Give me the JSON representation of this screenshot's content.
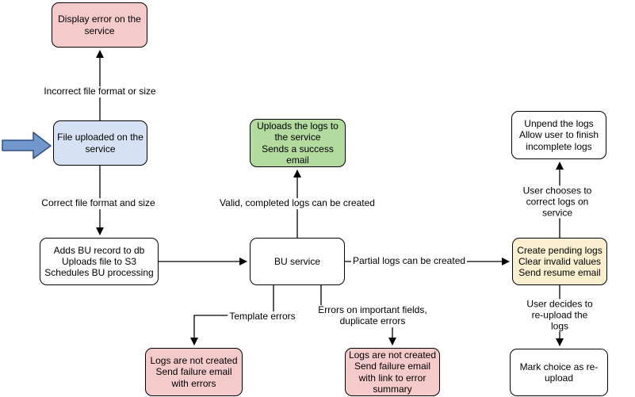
{
  "palette": {
    "node_pink": "#f5caca",
    "node_blue": "#d6e2f3",
    "node_green": "#b3da9f",
    "node_yellow": "#faf0d0",
    "node_white": "#ffffff",
    "node_stroke": "#000000",
    "connector": "#000000",
    "entry_arrow_fill": "#7297cd",
    "entry_arrow_stroke": "#30507f"
  },
  "nodes": {
    "display_error": {
      "label": "Display error on the\nservice",
      "fill": "#f5caca"
    },
    "file_uploaded": {
      "label": "File uploaded on the\nservice",
      "fill": "#d6e2f3"
    },
    "adds_bu_record": {
      "label": "Adds BU record to db\nUploads file to S3\nSchedules BU processing",
      "fill": "#ffffff"
    },
    "bu_service": {
      "label": "BU service",
      "fill": "#ffffff"
    },
    "uploads_logs": {
      "label": "Uploads the logs to\nthe service\nSends a success\nemail",
      "fill": "#b3da9f"
    },
    "create_pending_logs": {
      "label": "Create pending logs\nClear invalid values\nSend resume email",
      "fill": "#faf0d0"
    },
    "unpend_logs": {
      "label": "Unpend the logs\nAllow user to finish\nincomplete logs",
      "fill": "#ffffff"
    },
    "logs_not_created_template": {
      "label": "Logs are not created\nSend failure email\nwith errors",
      "fill": "#f5caca"
    },
    "logs_not_created_fields": {
      "label": "Logs are not created\nSend failure email\nwith link to error\nsummary",
      "fill": "#f5caca"
    },
    "mark_reupload": {
      "label": "Mark choice as re-\nupload",
      "fill": "#ffffff"
    }
  },
  "edges": {
    "incorrect_format": {
      "label": "Incorrect file format or size"
    },
    "correct_format": {
      "label": "Correct file format and size"
    },
    "valid_logs": {
      "label": "Valid, completed logs can be created"
    },
    "partial_logs": {
      "label": "Partial logs can be created"
    },
    "template_errors": {
      "label": "Template errors"
    },
    "important_fields": {
      "label": "Errors on important fields,\nduplicate errors"
    },
    "correct_on_service": {
      "label": "User chooses to correct logs on service"
    },
    "reupload": {
      "label": "User decides to re-upload the logs"
    }
  }
}
